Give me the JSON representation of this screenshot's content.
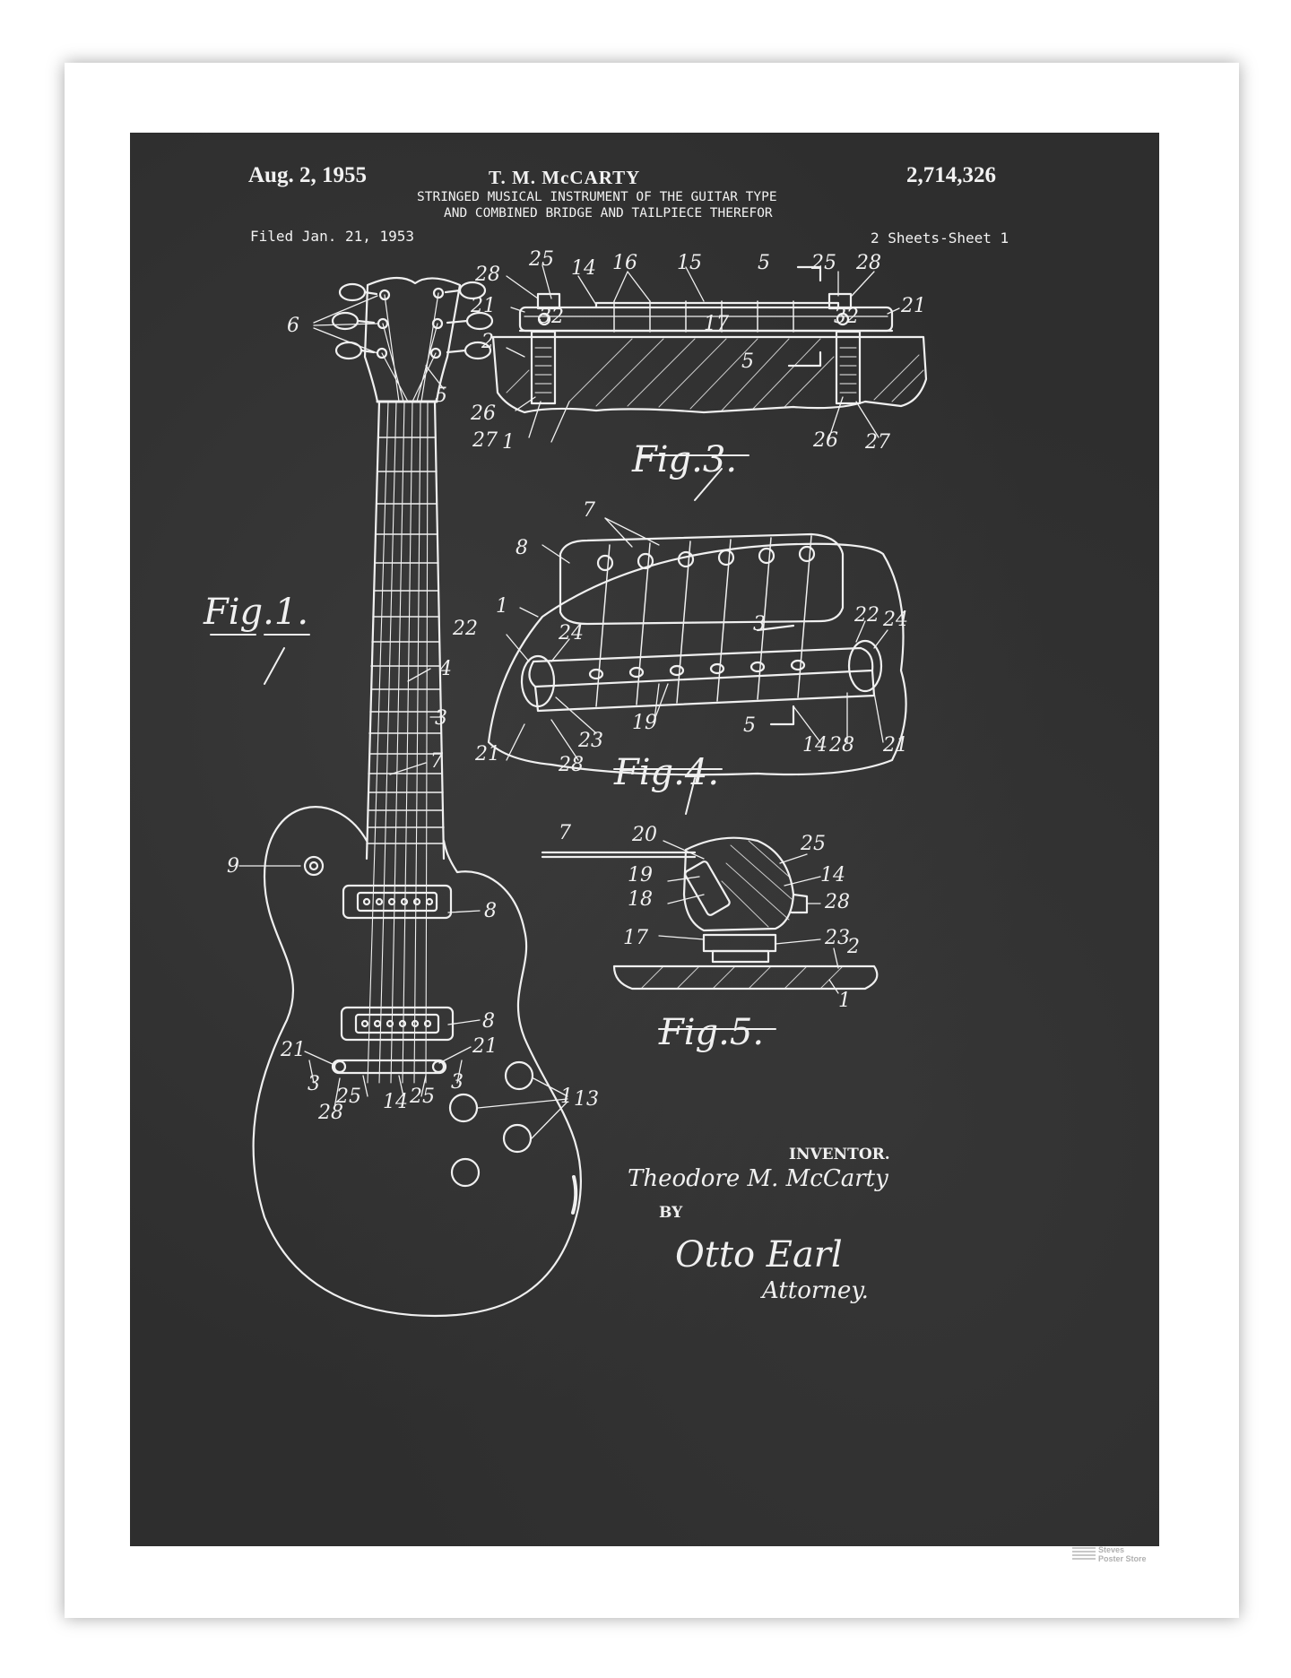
{
  "header": {
    "date": "Aug. 2, 1955",
    "inventor_name": "T. M. McCARTY",
    "patent_number": "2,714,326",
    "title_line1": "STRINGED MUSICAL INSTRUMENT OF THE GUITAR TYPE",
    "title_line2": "AND COMBINED BRIDGE AND TAILPIECE THEREFOR",
    "filed": "Filed Jan. 21, 1953",
    "sheets": "2 Sheets-Sheet 1"
  },
  "figures": {
    "fig1": "Fig.1.",
    "fig3": "Fig.3.",
    "fig4": "Fig.4.",
    "fig5": "Fig.5."
  },
  "fig1_refs": [
    "6",
    "5",
    "4",
    "3",
    "7",
    "9",
    "8",
    "8",
    "1",
    "21",
    "21",
    "3",
    "3",
    "25",
    "14",
    "25",
    "28",
    "13"
  ],
  "fig3_refs": [
    "28",
    "25",
    "14",
    "16",
    "15",
    "5",
    "25",
    "28",
    "21",
    "21",
    "2",
    "32",
    "32",
    "17",
    "5",
    "26",
    "27",
    "1",
    "26",
    "27"
  ],
  "fig4_refs": [
    "7",
    "8",
    "1",
    "22",
    "24",
    "3",
    "22",
    "24",
    "23",
    "19",
    "5",
    "21",
    "28",
    "14",
    "28",
    "21"
  ],
  "fig5_refs": [
    "7",
    "20",
    "25",
    "19",
    "14",
    "18",
    "28",
    "17",
    "23",
    "2",
    "1"
  ],
  "signature": {
    "inventor_label": "INVENTOR.",
    "inventor_signature": "Theodore M. McCarty",
    "by": "BY",
    "attorney_signature": "Otto Earl",
    "attorney_label": "Attorney."
  },
  "watermark": {
    "line1": "Steves",
    "line2": "Poster Store"
  },
  "colors": {
    "board": "#2e2e2e",
    "ink": "#f2f2f2",
    "frame": "#ffffff"
  }
}
